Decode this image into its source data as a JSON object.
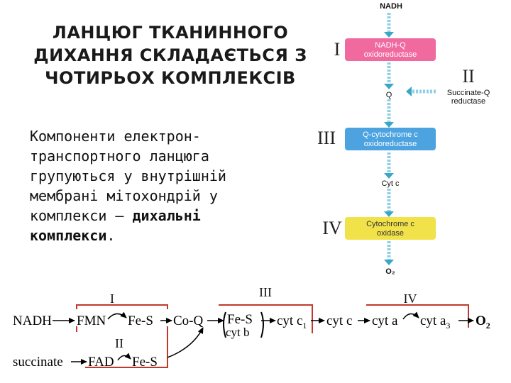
{
  "title": {
    "line1": "ЛАНЦЮГ ТКАНИННОГО",
    "line2": "ДИХАННЯ СКЛАДАЄТЬСЯ З",
    "line3": "ЧОТИРЬОХ КОМПЛЕКСІВ"
  },
  "body": {
    "part1": "Компоненти електрон-транспортного ланцюга групуються у внутрішній мембрані мітохондрій у комплекси – ",
    "part2": "дихальні комплекси",
    "part3": "."
  },
  "pathway": {
    "top_label": "NADH",
    "complex1": {
      "numeral": "I",
      "line1": "NADH-Q",
      "line2": "oxidoreductase"
    },
    "q_label": "Q",
    "complex2": {
      "numeral": "II",
      "line1": "Succinate-Q",
      "line2": "reductase"
    },
    "complex3": {
      "numeral": "III",
      "line1": "Q-cytochrome c",
      "line2": "oxidoreductase"
    },
    "cytc_label": "Cyt c",
    "complex4": {
      "numeral": "IV",
      "line1": "Cytochrome c",
      "line2": "oxidase"
    },
    "o2_label": "O₂"
  },
  "chain": {
    "label_I": "I",
    "label_II": "II",
    "label_III": "III",
    "label_IV": "IV",
    "nadh": "NADH",
    "fmn": "FMN",
    "fes1": "Fe-S",
    "coq": "Co-Q",
    "fes2": "Fe-S",
    "cytb": "cyt b",
    "cytc1": "cyt c",
    "cytc1_sub": "1",
    "cytc": "cyt c",
    "cyta": "cyt a",
    "cyta3": "cyt a",
    "cyta3_sub": "3",
    "o2": "O",
    "o2_sub": "2",
    "succinate": "succinate",
    "fad": "FAD",
    "fes3": "Fe-S"
  },
  "colors": {
    "pink_box": "#f06aa0",
    "blue_box": "#4da3e0",
    "yellow_box": "#f2e24a",
    "pathway_arrow": "#3aa7c8",
    "complex_border": "#c0392b"
  }
}
